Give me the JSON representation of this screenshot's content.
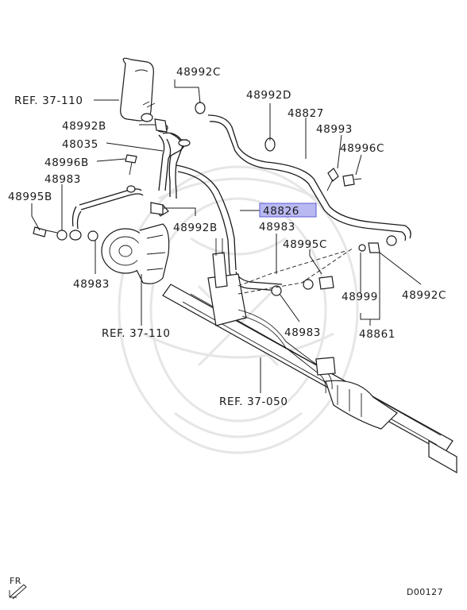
{
  "labels": {
    "ref_37_110_top": "REF. 37-110",
    "p48992c_top": "48992C",
    "p48992d": "48992D",
    "p48827": "48827",
    "p48992b_upper": "48992B",
    "p48993": "48993",
    "p48035": "48035",
    "p48996c": "48996C",
    "p48996b": "48996B",
    "p48983_left": "48983",
    "p48995b": "48995B",
    "p48826": "48826",
    "p48992b_lower": "48992B",
    "p48983_mid": "48983",
    "p48995c": "48995C",
    "p48983_lower_left": "48983",
    "p48999": "48999",
    "p48992c_right": "48992C",
    "ref_37_110_bottom": "REF. 37-110",
    "p48983_bottom": "48983",
    "p48861": "48861",
    "ref_37_050": "REF. 37-050"
  },
  "highlight_color": "#b9b9f2",
  "footer": {
    "fr_label": "FR",
    "fr_icon": "front-direction-arrow-icon",
    "diagram_code": "D00127"
  }
}
